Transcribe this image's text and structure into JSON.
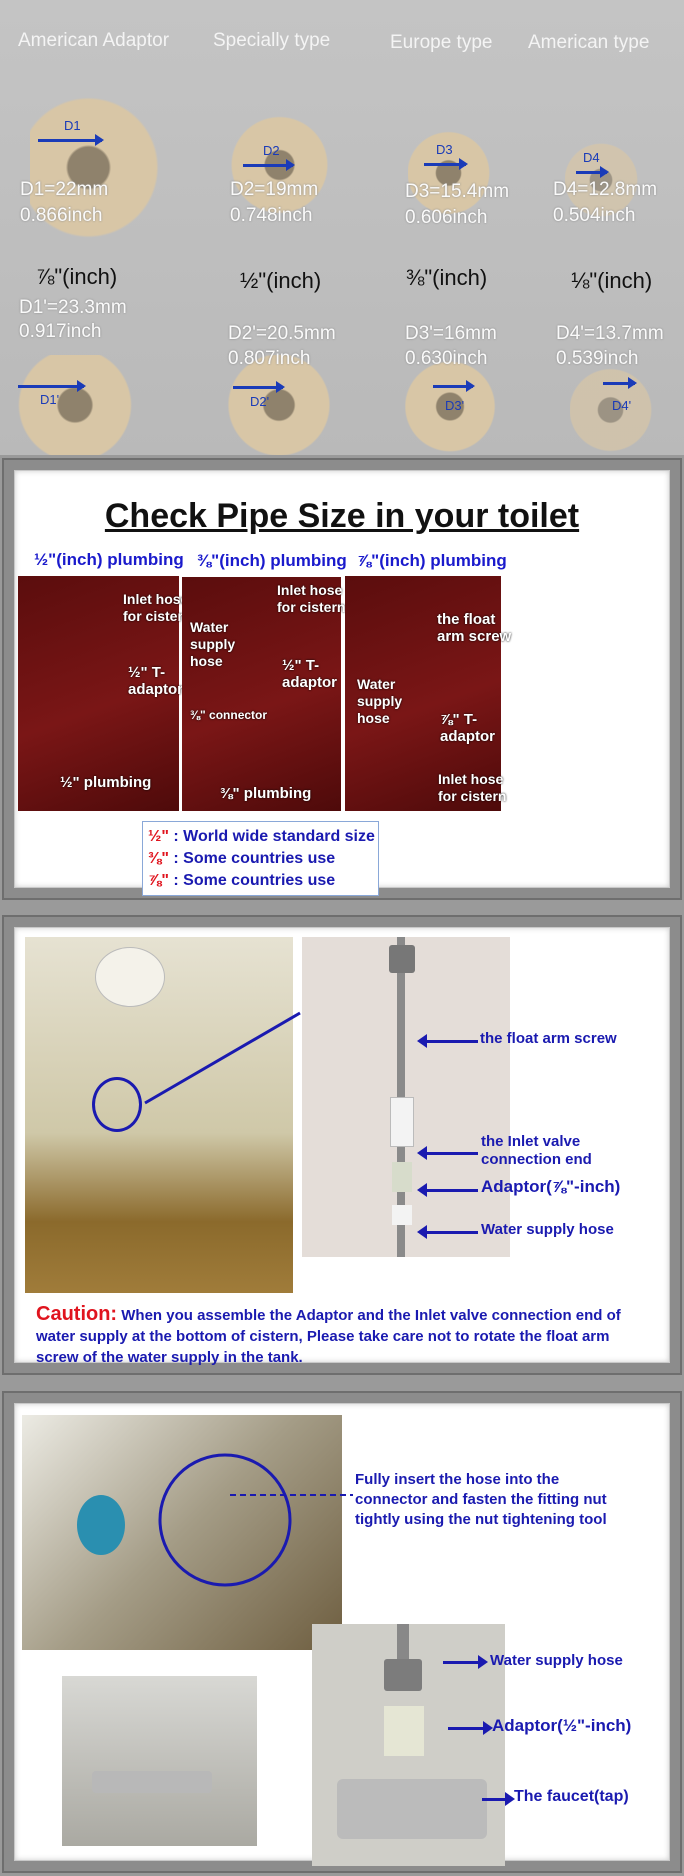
{
  "adaptors": {
    "columns": [
      {
        "title": "American Adaptor",
        "d": "D1=22mm",
        "d_in": "0.866inch",
        "size": "⅞\"(inch)",
        "d2": "D1'=23.3mm",
        "d2_in": "0.917inch",
        "tag": "D1",
        "tag2": "D1'"
      },
      {
        "title": "Specially type",
        "d": "D2=19mm",
        "d_in": "0.748inch",
        "size": "½\"(inch)",
        "d2": "D2'=20.5mm",
        "d2_in": "0.807inch",
        "tag": "D2",
        "tag2": "D2'"
      },
      {
        "title": "Europe type",
        "d": "D3=15.4mm",
        "d_in": "0.606inch",
        "size": "⅜\"(inch)",
        "d2": "D3'=16mm",
        "d2_in": "0.630inch",
        "tag": "D3",
        "tag2": "D3'"
      },
      {
        "title": "American type",
        "d": "D4=12.8mm",
        "d_in": "0.504inch",
        "size": "⅛\"(inch)",
        "d2": "D4'=13.7mm",
        "d2_in": "0.539inch",
        "tag": "D4",
        "tag2": "D4'"
      }
    ]
  },
  "pipe": {
    "title": "Check Pipe Size in your toilet",
    "headers": [
      "½\"(inch) plumbing",
      "⅜\"(inch) plumbing",
      "⅞\"(inch) plumbing"
    ],
    "p1": {
      "inlet": "Inlet hose\nfor cistern",
      "tadaptor": "½\" T-\nadaptor",
      "plumbing": "½\" plumbing"
    },
    "p2": {
      "inlet": "Inlet hose\nfor cistern",
      "water": "Water\nsupply\nhose",
      "tadaptor": "½\" T-\nadaptor",
      "connector": "⅜\" connector",
      "plumbing": "⅜\" plumbing"
    },
    "p3": {
      "float": "the float\narm screw",
      "water": "Water\nsupply\nhose",
      "tadaptor": "⅞\" T-\nadaptor",
      "inlet": "Inlet hose\nfor cistern"
    },
    "legend": [
      {
        "size": "½\"",
        "text": " : World wide standard size"
      },
      {
        "size": "⅜\"",
        "text": " : Some countries use"
      },
      {
        "size": "⅞\"",
        "text": " : Some countries use"
      }
    ]
  },
  "install": {
    "labels": [
      "the float arm screw",
      "the Inlet valve\nconnection end",
      "Adaptor(⅞\"-inch)",
      "Water supply hose"
    ],
    "caution_label": "Caution:",
    "caution_text": " When you assemble the Adaptor and the Inlet valve connection end of water supply at the bottom of cistern, Please take care not to rotate the float arm screw of the water supply in the tank."
  },
  "faucet": {
    "instruction": "Fully insert the hose into the\nconnector and fasten the fitting nut\ntightly using the nut tightening tool",
    "labels": [
      "Water supply hose",
      "Adaptor(½\"-inch)",
      "The faucet(tap)"
    ]
  },
  "colors": {
    "blue": "#1a1ab0",
    "red": "#e0141e",
    "frame": "#8c8c8c"
  }
}
